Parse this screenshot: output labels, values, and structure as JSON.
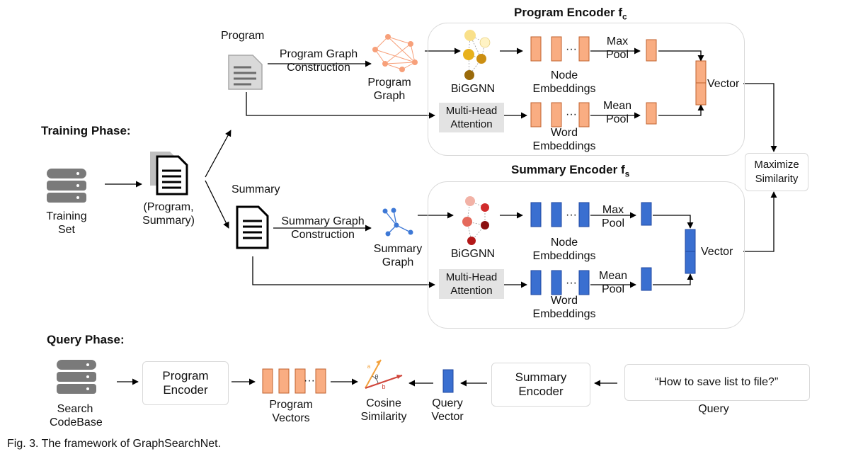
{
  "caption": "Fig. 3. The framework of GraphSearchNet.",
  "labels": {
    "training_phase": "Training Phase:",
    "query_phase": "Query Phase:",
    "training_set": "Training\nSet",
    "pair": "(Program,\nSummary)",
    "program": "Program",
    "summary": "Summary",
    "program_graph_construction": "Program Graph\nConstruction",
    "summary_graph_construction": "Summary Graph\nConstruction",
    "program_graph": "Program\nGraph",
    "summary_graph": "Summary\nGraph",
    "biggnn": "BiGGNN",
    "node_embeddings": "Node\nEmbeddings",
    "word_embeddings": "Word\nEmbeddings",
    "multi_head_attention": "Multi-Head\nAttention",
    "max_pool": "Max\nPool",
    "mean_pool": "Mean\nPool",
    "vector": "Vector",
    "ellipsis": "···",
    "program_encoder_title": "Program Encoder f",
    "program_encoder_sub": "c",
    "summary_encoder_title": "Summary Encoder f",
    "summary_encoder_sub": "s",
    "maximize_similarity": "Maximize\nSimilarity",
    "search_codebase": "Search\nCodeBase",
    "program_encoder_box": "Program\nEncoder",
    "summary_encoder_box": "Summary\nEncoder",
    "program_vectors": "Program\nVectors",
    "cosine_similarity": "Cosine\nSimilarity",
    "query_vector": "Query\nVector",
    "query_text": "“How to save list to file?”",
    "query": "Query",
    "angle_a": "a",
    "angle_b": "b",
    "theta": "θ"
  },
  "colors": {
    "orange": "#f9ad82",
    "orange_border": "#c0622f",
    "blue": "#3a6fd0",
    "blue_border": "#1f47a0",
    "db_gray": "#7a7a7a",
    "gray_box": "#e3e3e3",
    "program_graph_nodes": "#f7a07a",
    "summary_graph_nodes": "#3d78d6",
    "program_biggnn_nodes": [
      "#f9e08a",
      "#f3c64c",
      "#e8b11c",
      "#cc8f12",
      "#9a6a0a",
      "#fff3c4"
    ],
    "summary_biggnn_nodes": [
      "#f2b2a6",
      "#e56a5c",
      "#d02b2b",
      "#b31818",
      "#8a0e0e",
      "#e7a294"
    ]
  },
  "icons": [
    "database-icon",
    "document-icon",
    "search-icon",
    "graph-icon",
    "cosine-angle-icon"
  ]
}
